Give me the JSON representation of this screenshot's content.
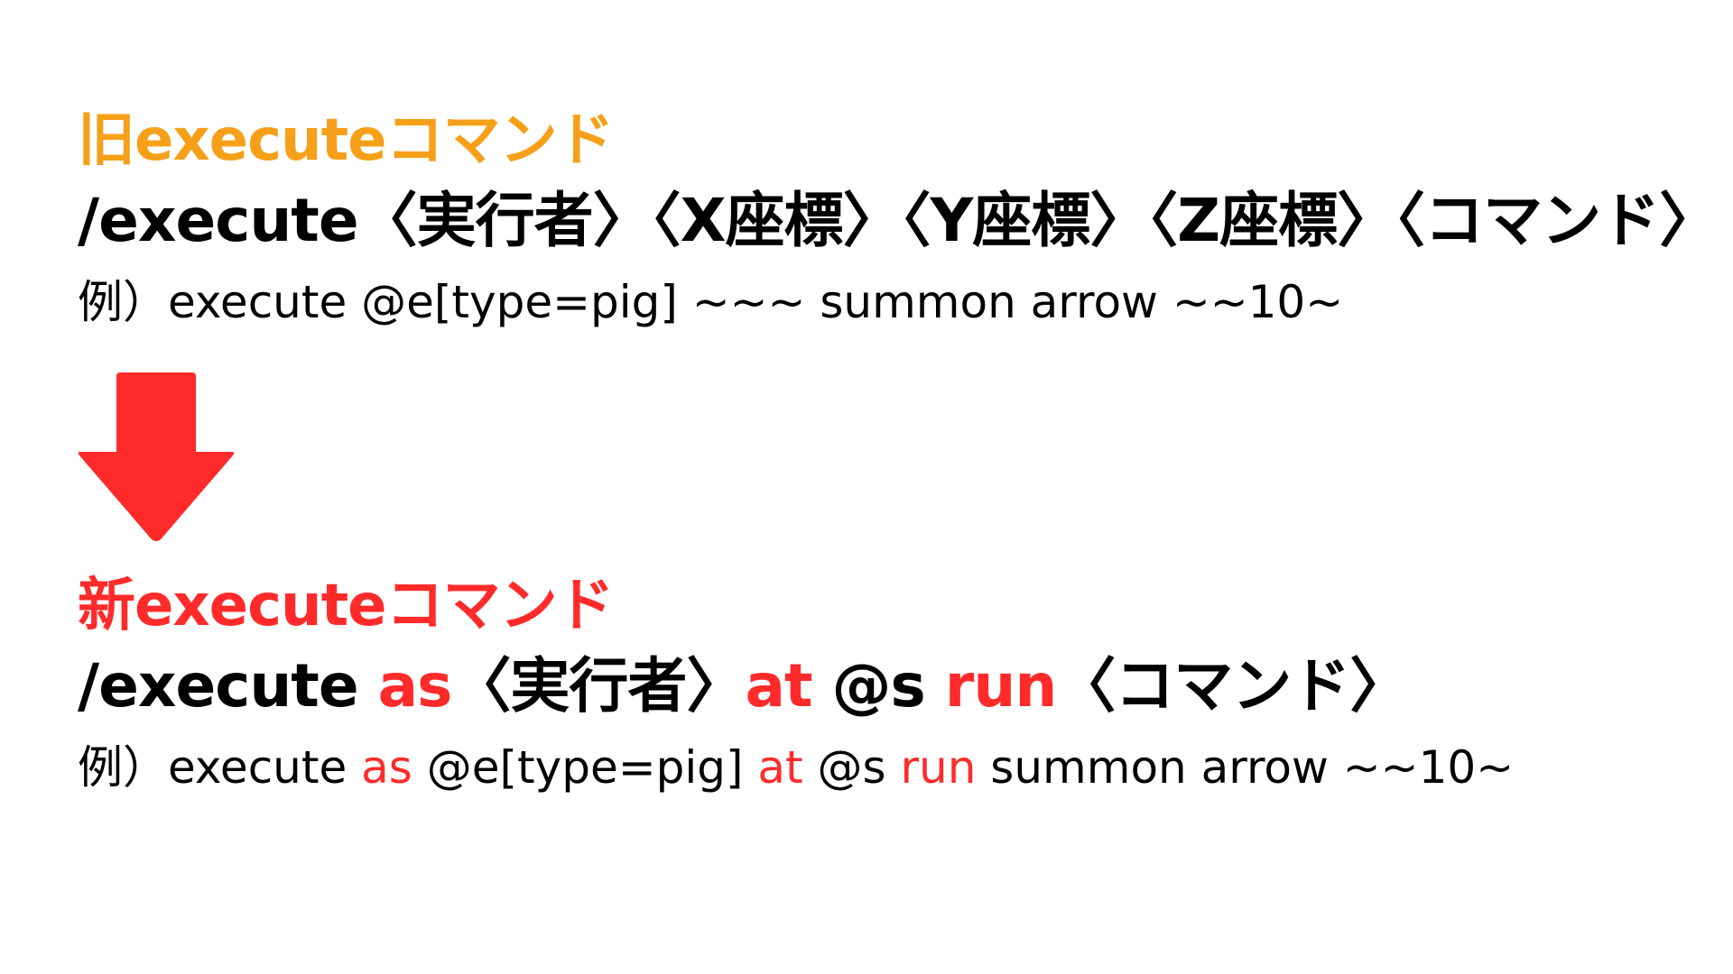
{
  "colors": {
    "old_heading": "#f6a01a",
    "new_heading": "#ff2b2b",
    "keyword": "#ff2b2b",
    "text": "#000000",
    "arrow": "#ff2b2b"
  },
  "old": {
    "heading": "旧executeコマンド",
    "syntax": "/execute〈実行者〉〈X座標〉〈Y座標〉〈Z座標〉〈コマンド〉",
    "example": "例）execute @e[type=pig] ~~~ summon arrow ~~10~"
  },
  "arrow": {
    "icon": "down-arrow-icon"
  },
  "new": {
    "heading": "新executeコマンド",
    "syntax": {
      "prefix": "/execute ",
      "as": "as",
      "executor": "〈実行者〉",
      "at": "at",
      "target": " @s ",
      "run": "run",
      "command": "〈コマンド〉"
    },
    "example": {
      "prefix": "例）execute ",
      "as": "as",
      "selector": " @e[type=pig] ",
      "at": "at",
      "target": " @s ",
      "run": "run",
      "command": " summon arrow ~~10~"
    }
  }
}
